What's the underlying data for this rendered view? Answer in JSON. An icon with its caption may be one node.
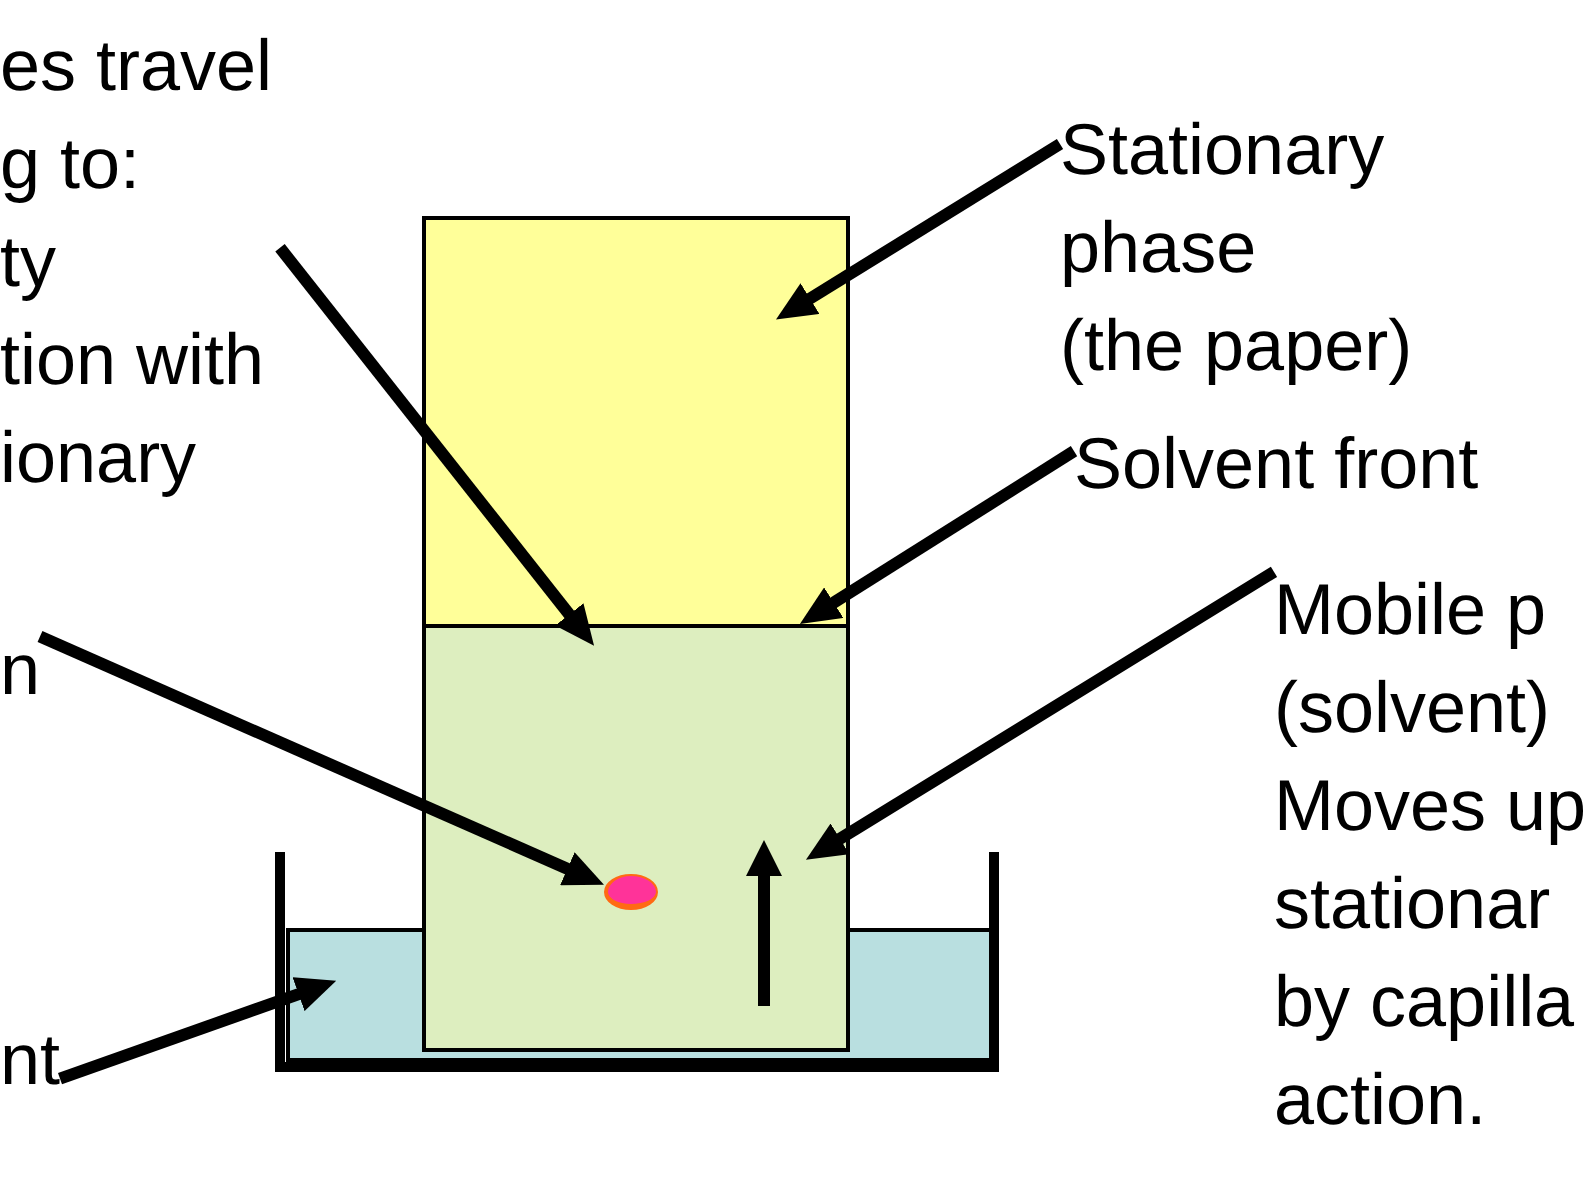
{
  "diagram": {
    "nodes": [
      {
        "text": [
          "es travel g to:",
          "ty",
          "tion with ionary"
        ]
      },
      {
        "text": [
          "Stationary phase",
          "(the paper)"
        ]
      },
      {
        "text": [
          "Solvent front"
        ]
      },
      {
        "text": [
          "Mobile p (solvent)",
          "Moves up stationar by capilla action."
        ]
      },
      {
        "text": [
          "n"
        ]
      },
      {
        "text": [
          "nt"
        ]
      },
      {
        "text": [],
        "shape": "box"
      },
      {
        "text": [],
        "shape": "box",
        "in": 6
      },
      {
        "text": [],
        "shape": "circle",
        "in": 7
      },
      {
        "text": [],
        "shape": "box"
      }
    ],
    "edges": [
      {
        "from": 0,
        "to": 7,
        "arrow": "to"
      },
      {
        "from": 1,
        "to": 6,
        "arrow": "to"
      },
      {
        "from": 2,
        "to": 7,
        "arrow": "to"
      },
      {
        "from": 3,
        "to": 7,
        "arrow": "to"
      },
      {
        "from": 4,
        "to": 8,
        "arrow": "to"
      },
      {
        "from": 5,
        "to": 9,
        "arrow": "to"
      }
    ]
  }
}
